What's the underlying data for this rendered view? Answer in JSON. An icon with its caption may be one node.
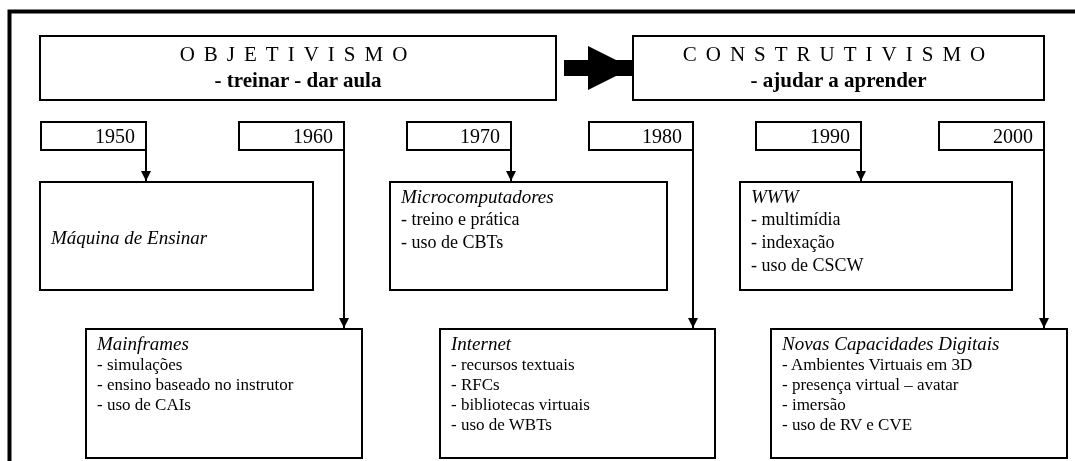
{
  "diagram": {
    "nodes": [
      {
        "text": [
          "OBJETIVISMO",
          "- treinar - dar aula"
        ]
      },
      {
        "text": [
          "CONSTRUTIVISMO",
          "- ajudar a aprender"
        ]
      },
      {
        "text": [
          "1950"
        ]
      },
      {
        "text": [
          "1960"
        ]
      },
      {
        "text": [
          "1970"
        ]
      },
      {
        "text": [
          "1980"
        ]
      },
      {
        "text": [
          "1990"
        ]
      },
      {
        "text": [
          "2000"
        ]
      },
      {
        "text": [
          "Máquina de Ensinar"
        ]
      },
      {
        "text": [
          "Microcomputadores",
          "- treino e prática",
          "- uso de CBTs"
        ]
      },
      {
        "text": [
          "WWW",
          "- multimídia",
          "- indexação",
          "- uso de CSCW"
        ]
      },
      {
        "text": [
          "Mainframes",
          "- simulações",
          "- ensino baseado no instrutor",
          "- uso de CAIs"
        ]
      },
      {
        "text": [
          "Internet",
          "- recursos textuais",
          "- RFCs",
          "- bibliotecas virtuais",
          "- uso de WBTs"
        ]
      },
      {
        "text": [
          "Novas Capacidades Digitais",
          "- Ambientes Virtuais em 3D",
          "- presença virtual – avatar",
          "- imersão",
          "- uso de RV e CVE"
        ]
      }
    ],
    "edges": [
      {
        "from": 0,
        "to": 1,
        "arrow": "to",
        "style": "thick"
      },
      {
        "from": 2,
        "to": 8,
        "arrow": "to"
      },
      {
        "from": 3,
        "to": 11,
        "arrow": "to"
      },
      {
        "from": 4,
        "to": 9,
        "arrow": "to"
      },
      {
        "from": 5,
        "to": 12,
        "arrow": "to"
      },
      {
        "from": 6,
        "to": 10,
        "arrow": "to"
      },
      {
        "from": 7,
        "to": 13,
        "arrow": "to"
      }
    ]
  }
}
